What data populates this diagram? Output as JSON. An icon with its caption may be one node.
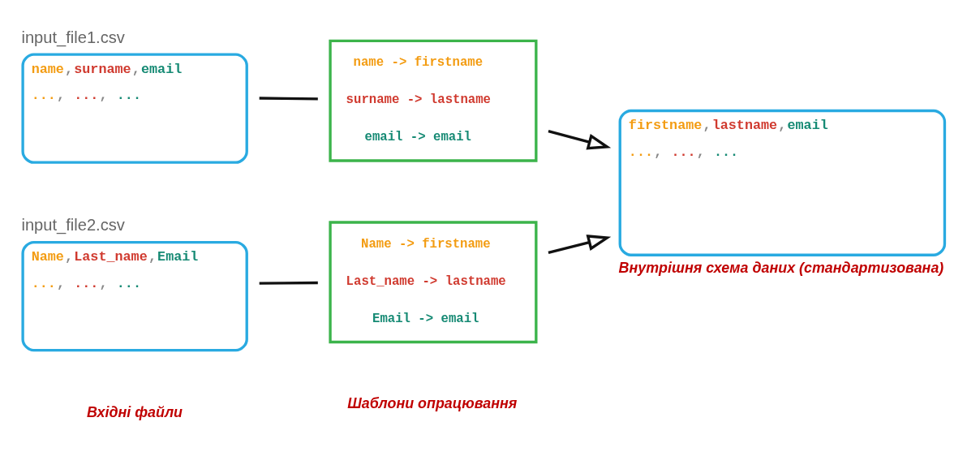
{
  "diagram": {
    "nodes": [
      {
        "text": [
          "input_file1.csv",
          "name,surname,email",
          "..., ..., ..."
        ]
      },
      {
        "text": [
          "name -> firstname",
          "surname -> lastname",
          "email -> email"
        ]
      },
      {
        "text": [
          "input_file2.csv",
          "Name,Last_name,Email",
          "..., ..., ..."
        ]
      },
      {
        "text": [
          "Name -> firstname",
          "Last_name -> lastname",
          "Email -> email"
        ]
      },
      {
        "text": [
          "firstname,lastname,email",
          "..., ..., ..."
        ],
        "beside": [
          "Внутрішня схема даних (стандартизована)"
        ]
      }
    ],
    "edges": [
      {
        "from": 0,
        "to": 1,
        "arrow": "none"
      },
      {
        "from": 2,
        "to": 3,
        "arrow": "none"
      },
      {
        "from": 1,
        "to": 4,
        "arrow": "to"
      },
      {
        "from": 3,
        "to": 4,
        "arrow": "to"
      }
    ],
    "labels": [
      "Вхідні файли",
      "Шаблони опрацювання"
    ]
  }
}
